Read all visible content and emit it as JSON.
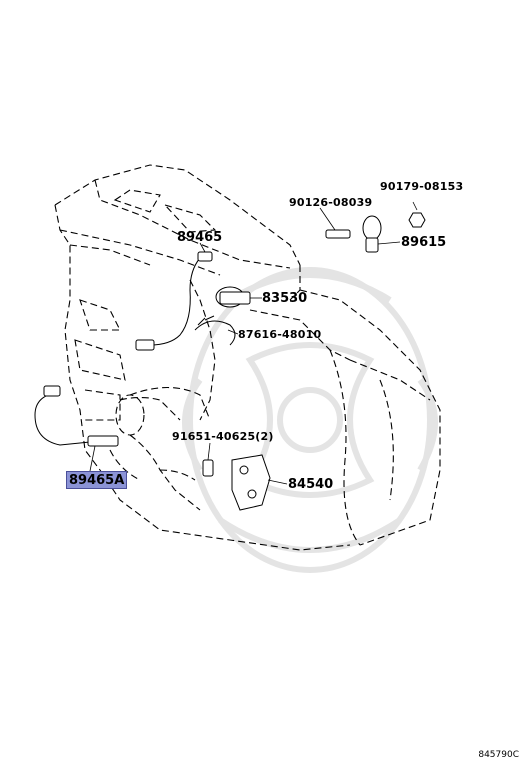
{
  "diagram": {
    "parts": [
      {
        "id": "p1",
        "number": "90179-08153"
      },
      {
        "id": "p2",
        "number": "90126-08039"
      },
      {
        "id": "p3",
        "number": "89465"
      },
      {
        "id": "p4",
        "number": "89615"
      },
      {
        "id": "p5",
        "number": "83530"
      },
      {
        "id": "p6",
        "number": "87616-48010"
      },
      {
        "id": "p7",
        "number": "91651-40625(2)"
      },
      {
        "id": "p8",
        "number": "84540"
      },
      {
        "id": "p9",
        "number": "89465A",
        "highlighted": true
      }
    ],
    "figure_code": "845790C",
    "colors": {
      "line": "#000000",
      "watermark": "#e6e6e6",
      "highlight": "#8b93d6"
    }
  }
}
